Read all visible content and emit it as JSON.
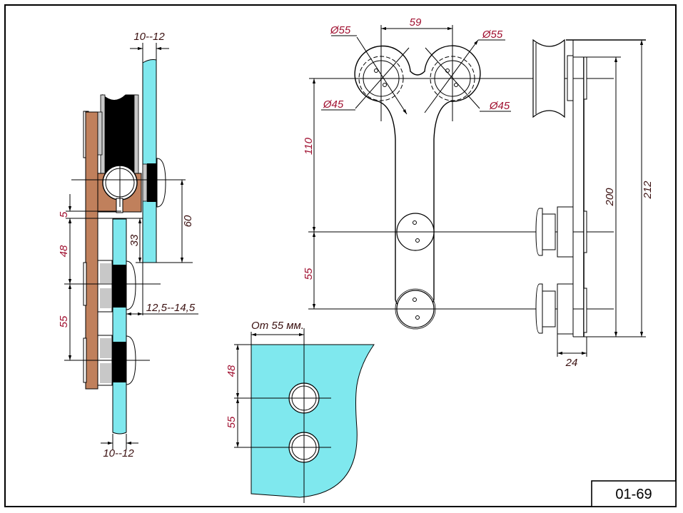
{
  "drawing": {
    "code": "01-69",
    "colors": {
      "glass": "#7fe8ee",
      "bracket": "#c0805c",
      "rubber": "#000000",
      "spacer": "#c8c8c8",
      "dimension_text": "#a01030"
    }
  },
  "side_section": {
    "glass_thickness_top": "10--12",
    "glass_thickness_bottom": "10--12",
    "dim_5": "5",
    "dim_48": "48",
    "dim_55": "55",
    "dim_33": "33",
    "dim_60": "60",
    "dim_clamp": "12,5--14,5"
  },
  "front_view": {
    "center_distance": "59",
    "dia_outer_left": "Ø55",
    "dia_outer_right": "Ø55",
    "dia_inner_left": "Ø45",
    "dia_inner_right": "Ø45",
    "dim_110": "110",
    "dim_55": "55"
  },
  "profile_view": {
    "dim_200": "200",
    "dim_212": "212",
    "dim_24": "24"
  },
  "glass_detail": {
    "edge_offset": "От 55 мм.",
    "dim_48": "48",
    "dim_55": "55"
  }
}
